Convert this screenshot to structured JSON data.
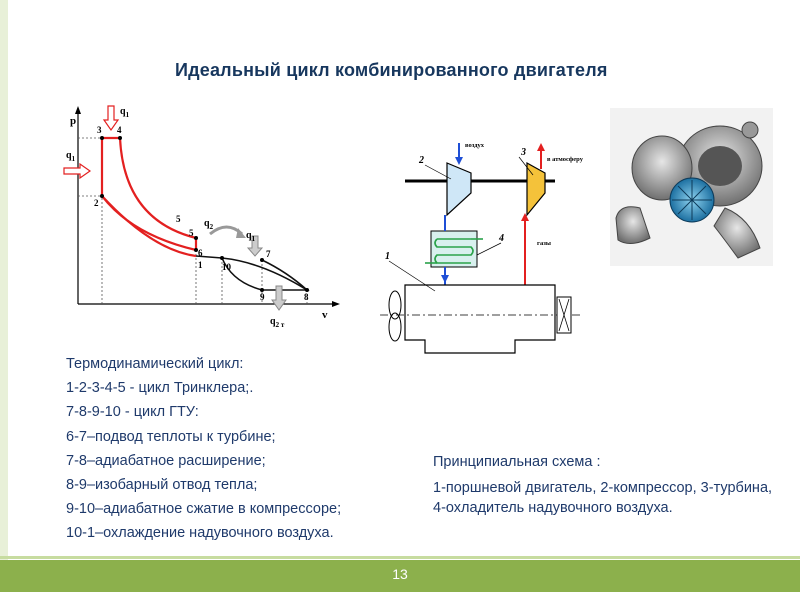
{
  "slide": {
    "title": "Идеальный цикл комбинированного двигателя",
    "page_number": "13"
  },
  "pv_diagram": {
    "axis_p": "p",
    "axis_v": "v",
    "q1_top": "q",
    "q1_top_sub": "1",
    "q1_left": "q",
    "q1_left_sub": "1",
    "q2": "q",
    "q2_sub": "2",
    "q1_right": "q",
    "q1_right_sub": "1",
    "q2t": "q",
    "q2t_sub": "2 т",
    "points": [
      "1",
      "2",
      "3",
      "4",
      "5",
      "6",
      "7",
      "8",
      "9",
      "10"
    ]
  },
  "schema": {
    "label_air": "воздух",
    "label_atmosphere": "в атмосферу",
    "label_gases": "газы",
    "num_1": "1",
    "num_2": "2",
    "num_3": "3",
    "num_4": "4"
  },
  "description": {
    "lines": [
      "Термодинамический цикл:",
      "1-2-3-4-5 - цикл Тринклера;.",
      "7-8-9-10 - цикл ГТУ:",
      "6-7–подвод теплоты к турбине;",
      "7-8–адиабатное расширение;",
      "8-9–изобарный отвод тепла;",
      "9-10–адиабатное сжатие в компрессоре;",
      "10-1–охлаждение надувочного воздуха."
    ]
  },
  "schema_text": {
    "heading": "Принципиальная схема :",
    "body": "1-поршневой двигатель, 2-компрессор, 3-турбина, 4-охладитель надувочного воздуха."
  }
}
